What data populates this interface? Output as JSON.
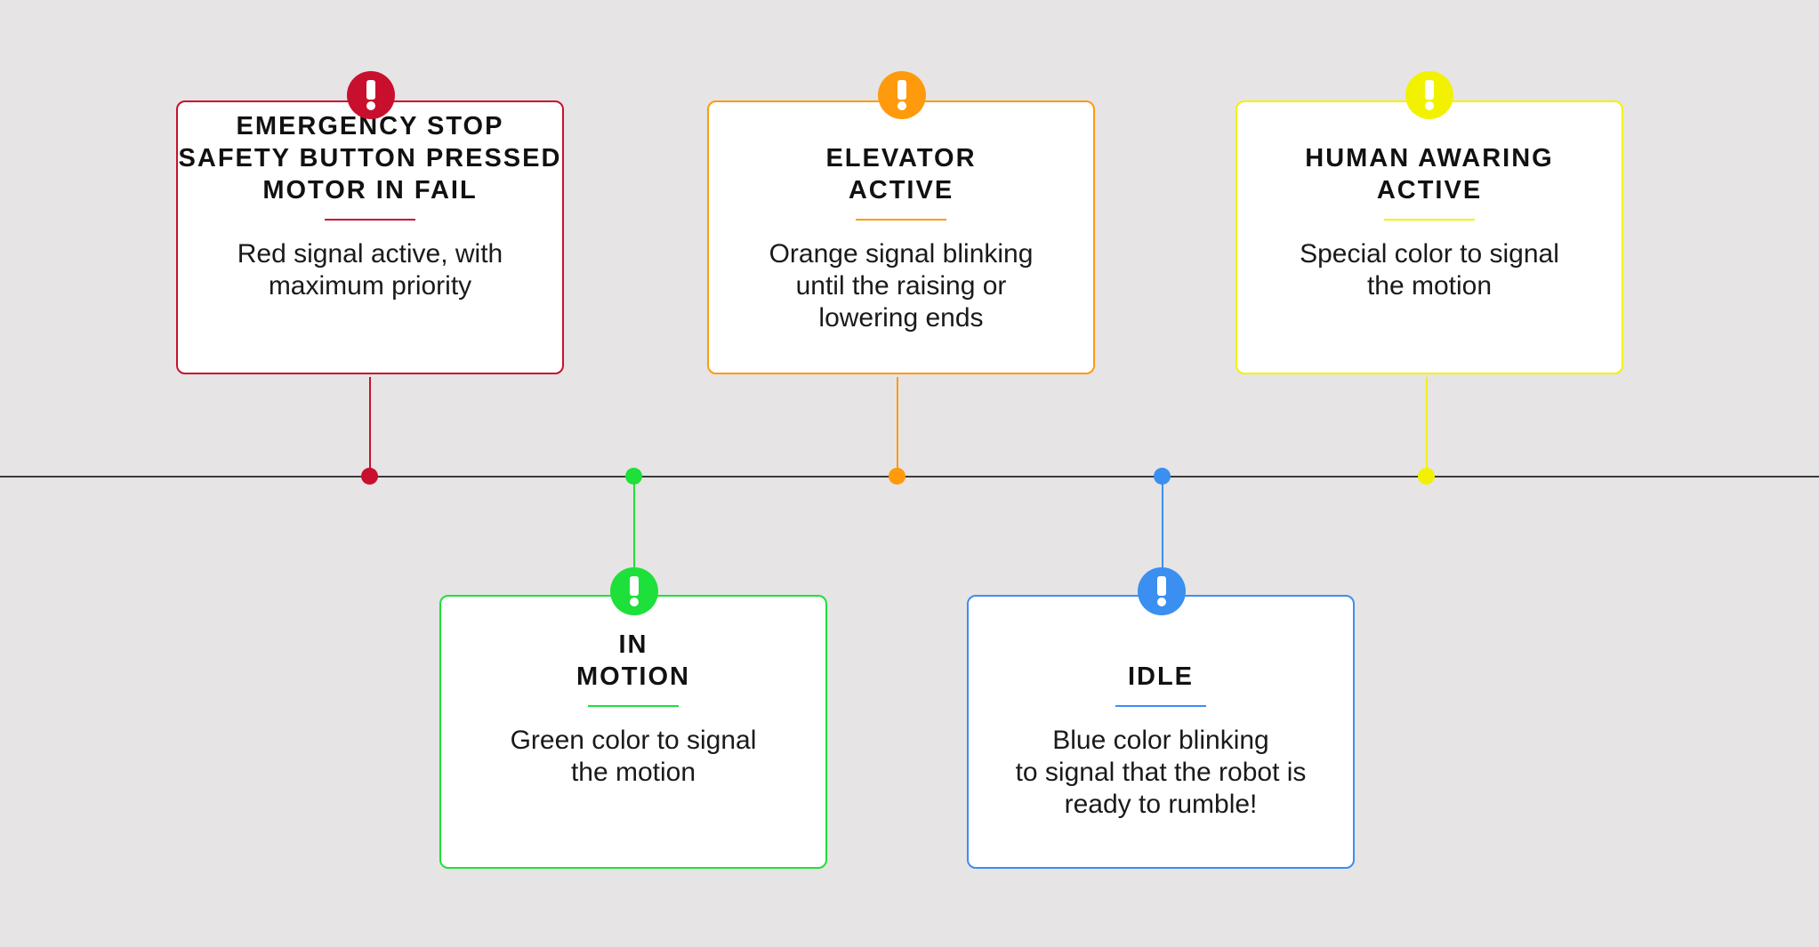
{
  "colors": {
    "background": "#e6e4e5",
    "axis": "#3a3a3a",
    "red": "#c8102e",
    "green": "#1ee03a",
    "orange": "#ff9a0d",
    "blue": "#3a8ff0",
    "yellow": "#f2f200"
  },
  "icon": "exclamation-icon",
  "states": [
    {
      "id": "emergency",
      "color": "#c8102e",
      "position": "above",
      "title": "EMERGENCY  STOP\nSAFETY BUTTON PRESSED\nMOTOR IN FAIL",
      "description": "Red signal active, with\nmaximum priority"
    },
    {
      "id": "in-motion",
      "color": "#1ee03a",
      "position": "below",
      "title": "IN\nMOTION",
      "description": "Green color to signal\nthe motion"
    },
    {
      "id": "elevator",
      "color": "#ff9a0d",
      "position": "above",
      "title": "ELEVATOR\nACTIVE",
      "description": "Orange signal blinking\nuntil the raising or\nlowering ends"
    },
    {
      "id": "idle",
      "color": "#3a8ff0",
      "position": "below",
      "title": "IDLE",
      "description": "Blue color blinking\nto signal that the robot is\nready to rumble!"
    },
    {
      "id": "human-awaring",
      "color": "#f2f200",
      "position": "above",
      "title": "HUMAN AWARING\nACTIVE",
      "description": "Special color to signal\nthe motion"
    }
  ]
}
